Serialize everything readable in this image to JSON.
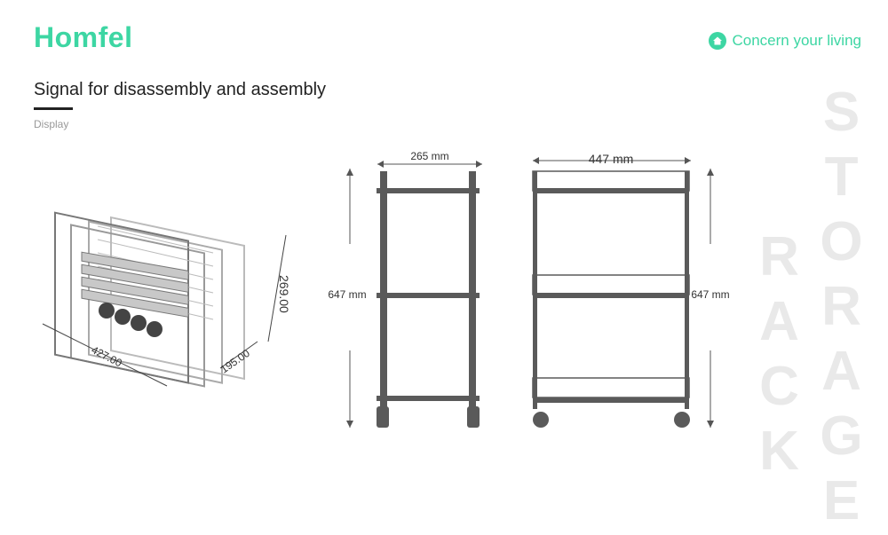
{
  "brand": {
    "logo_text": "Homfel",
    "tagline": "Concern your living"
  },
  "heading": {
    "title": "Signal for disassembly and assembly",
    "subtitle": "Display"
  },
  "watermark": {
    "line1": "STORAGE",
    "line2": "RACK"
  },
  "folded": {
    "length": "427.00",
    "width": "195.00",
    "height": "269.00"
  },
  "front_view": {
    "width_label": "265 mm",
    "height_label": "647 mm"
  },
  "side_view": {
    "width_label": "447 mm",
    "height_label": "647 mm"
  },
  "colors": {
    "accent": "#3dd6a3",
    "frame": "#555555",
    "watermark": "#e9e9e9"
  }
}
